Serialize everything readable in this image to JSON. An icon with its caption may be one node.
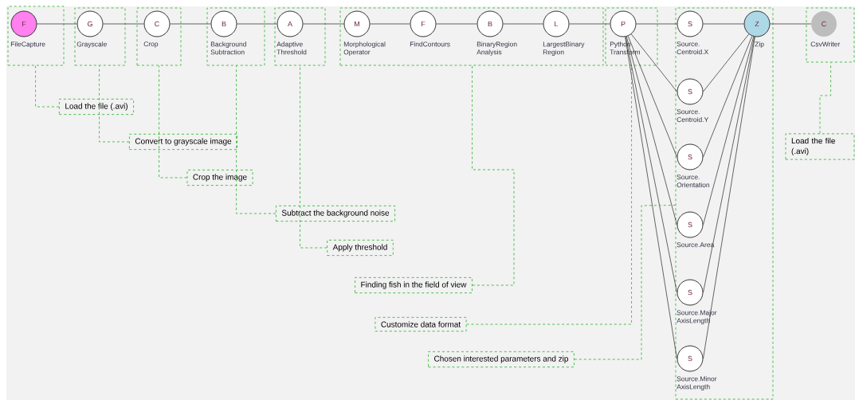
{
  "diagram": {
    "nodes": [
      {
        "text": [],
        "shape": "box"
      },
      {
        "text": [
          "F",
          "FileCapture"
        ],
        "in": 0
      },
      {
        "text": [],
        "shape": "box"
      },
      {
        "text": [
          "G",
          "Grayscale"
        ],
        "in": 2
      },
      {
        "text": [],
        "shape": "box"
      },
      {
        "text": [
          "C",
          "Crop"
        ],
        "in": 4
      },
      {
        "text": [],
        "shape": "box"
      },
      {
        "text": [
          "B",
          "Background Subtraction"
        ],
        "in": 6
      },
      {
        "text": [],
        "shape": "box"
      },
      {
        "text": [
          "A",
          "Adaptive Threshold"
        ],
        "in": 8
      },
      {
        "text": [],
        "shape": "box"
      },
      {
        "text": [
          "M",
          "Morphological Operator"
        ],
        "in": 10
      },
      {
        "text": [
          "F",
          "FindContours"
        ],
        "in": 10
      },
      {
        "text": [
          "B",
          "BinaryRegion Analysis"
        ],
        "in": 10
      },
      {
        "text": [
          "L",
          "LargestBinary Region"
        ],
        "in": 10
      },
      {
        "text": [],
        "shape": "box"
      },
      {
        "text": [
          "P",
          "Python Transform"
        ],
        "in": 15
      },
      {
        "text": [],
        "shape": "box"
      },
      {
        "text": [
          "S",
          "Source. Centroid.X"
        ],
        "in": 17
      },
      {
        "text": [
          "Z",
          "Zip"
        ],
        "in": 17
      },
      {
        "text": [
          "S",
          "Source. Centroid.Y"
        ],
        "in": 17
      },
      {
        "text": [
          "S",
          "Source. Orientation"
        ],
        "in": 17
      },
      {
        "text": [
          "S",
          "Source.Area"
        ],
        "in": 17
      },
      {
        "text": [
          "S",
          "Source.Major AxisLength"
        ],
        "in": 17
      },
      {
        "text": [
          "S",
          "Source.Minor AxisLength"
        ],
        "in": 17
      },
      {
        "text": [],
        "shape": "box"
      },
      {
        "text": [
          "C",
          "CsvWriter"
        ],
        "in": 25
      },
      {
        "text": [
          "Load the file (.avi)"
        ]
      },
      {
        "text": [
          "Convert to grayscale image"
        ]
      },
      {
        "text": [
          "Crop the image"
        ]
      },
      {
        "text": [
          "Subtract the background noise"
        ]
      },
      {
        "text": [
          "Apply threshold"
        ]
      },
      {
        "text": [
          "Finding fish in the field of view"
        ]
      },
      {
        "text": [
          "Customize data format"
        ]
      },
      {
        "text": [
          "Chosen interested parameters and zip"
        ]
      },
      {
        "text": [
          "Load the file (.avi)"
        ]
      }
    ],
    "edges": [
      {
        "from": 1,
        "to": 3,
        "arrow": "none"
      },
      {
        "from": 3,
        "to": 5,
        "arrow": "none"
      },
      {
        "from": 5,
        "to": 7,
        "arrow": "none"
      },
      {
        "from": 7,
        "to": 9,
        "arrow": "none"
      },
      {
        "from": 9,
        "to": 11,
        "arrow": "none"
      },
      {
        "from": 11,
        "to": 12,
        "arrow": "none"
      },
      {
        "from": 12,
        "to": 13,
        "arrow": "none"
      },
      {
        "from": 13,
        "to": 14,
        "arrow": "none"
      },
      {
        "from": 14,
        "to": 16,
        "arrow": "none"
      },
      {
        "from": 16,
        "to": 18,
        "arrow": "none"
      },
      {
        "from": 18,
        "to": 19,
        "arrow": "none"
      },
      {
        "from": 19,
        "to": 26,
        "arrow": "none"
      },
      {
        "from": 16,
        "to": 20,
        "arrow": "none"
      },
      {
        "from": 16,
        "to": 21,
        "arrow": "none"
      },
      {
        "from": 16,
        "to": 22,
        "arrow": "none"
      },
      {
        "from": 16,
        "to": 23,
        "arrow": "none"
      },
      {
        "from": 16,
        "to": 24,
        "arrow": "none"
      },
      {
        "from": 20,
        "to": 19,
        "arrow": "none"
      },
      {
        "from": 21,
        "to": 19,
        "arrow": "none"
      },
      {
        "from": 22,
        "to": 19,
        "arrow": "none"
      },
      {
        "from": 23,
        "to": 19,
        "arrow": "none"
      },
      {
        "from": 24,
        "to": 19,
        "arrow": "none"
      },
      {
        "from": 27,
        "to": 0,
        "arrow": "none",
        "style": "dashed",
        "color": "#3cb83c"
      },
      {
        "from": 28,
        "to": 2,
        "arrow": "none",
        "style": "dashed",
        "color": "#3cb83c"
      },
      {
        "from": 29,
        "to": 4,
        "arrow": "none",
        "style": "dashed",
        "color": "#3cb83c"
      },
      {
        "from": 30,
        "to": 6,
        "arrow": "none",
        "style": "dashed",
        "color": "#3cb83c"
      },
      {
        "from": 31,
        "to": 8,
        "arrow": "none",
        "style": "dashed",
        "color": "#3cb83c"
      },
      {
        "from": 32,
        "to": 10,
        "arrow": "none",
        "style": "dashed",
        "color": "#3cb83c"
      },
      {
        "from": 33,
        "to": 15,
        "arrow": "none",
        "style": "dashed",
        "color": "#3cb83c"
      },
      {
        "from": 34,
        "to": 17,
        "arrow": "none",
        "style": "dashed",
        "color": "#3cb83c"
      },
      {
        "from": 35,
        "to": 25,
        "arrow": "none",
        "style": "dashed",
        "color": "#3cb83c"
      }
    ]
  }
}
